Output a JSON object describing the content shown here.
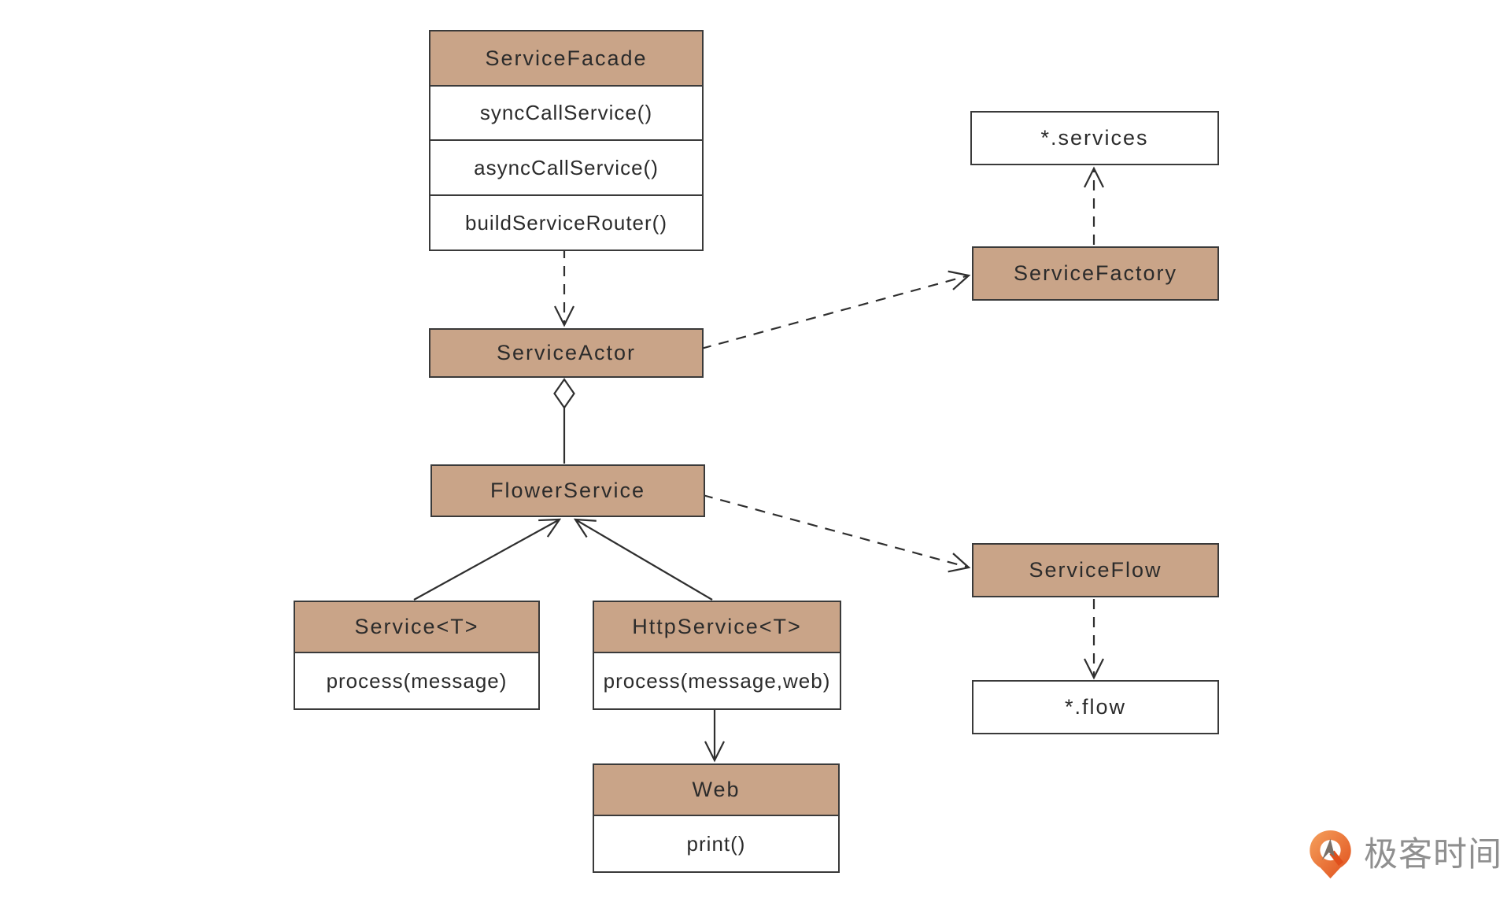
{
  "diagram": {
    "kind": "uml-class-diagram",
    "nodes": [
      {
        "name": "ServiceFacade",
        "type": "class",
        "methods": [
          "syncCallService()",
          "asyncCallService()",
          "buildServiceRouter()"
        ]
      },
      {
        "name": "ServiceActor",
        "type": "class",
        "methods": []
      },
      {
        "name": "FlowerService",
        "type": "class",
        "methods": []
      },
      {
        "name": "Service<T>",
        "type": "class",
        "methods": [
          "process(message)"
        ]
      },
      {
        "name": "HttpService<T>",
        "type": "class",
        "methods": [
          "process(message,web)"
        ]
      },
      {
        "name": "Web",
        "type": "class",
        "methods": [
          "print()"
        ]
      },
      {
        "name": "*.services",
        "type": "artifact",
        "methods": []
      },
      {
        "name": "ServiceFactory",
        "type": "class",
        "methods": []
      },
      {
        "name": "ServiceFlow",
        "type": "class",
        "methods": []
      },
      {
        "name": "*.flow",
        "type": "artifact",
        "methods": []
      }
    ],
    "relationships": [
      {
        "from": "ServiceFacade",
        "to": "ServiceActor",
        "type": "dependency",
        "line": "dashed",
        "arrow": "open-v"
      },
      {
        "from": "ServiceActor",
        "to": "ServiceFactory",
        "type": "dependency",
        "line": "dashed",
        "arrow": "open-v"
      },
      {
        "from": "ServiceFactory",
        "to": "*.services",
        "type": "dependency",
        "line": "dashed",
        "arrow": "open-v"
      },
      {
        "from": "ServiceActor",
        "to": "FlowerService",
        "type": "aggregation",
        "line": "solid",
        "arrow": "hollow-diamond-at-source"
      },
      {
        "from": "Service<T>",
        "to": "FlowerService",
        "type": "generalization",
        "line": "solid",
        "arrow": "open-v"
      },
      {
        "from": "HttpService<T>",
        "to": "FlowerService",
        "type": "generalization",
        "line": "solid",
        "arrow": "open-v"
      },
      {
        "from": "FlowerService",
        "to": "ServiceFlow",
        "type": "dependency",
        "line": "dashed",
        "arrow": "open-v"
      },
      {
        "from": "ServiceFlow",
        "to": "*.flow",
        "type": "dependency",
        "line": "dashed",
        "arrow": "open-v"
      },
      {
        "from": "HttpService<T>",
        "to": "Web",
        "type": "association",
        "line": "solid",
        "arrow": "open-v"
      }
    ]
  },
  "branding": {
    "logo_text": "极客时间",
    "logo_icon": "geektime-q-pin-icon"
  },
  "colors": {
    "header_fill": "#c9a488",
    "box_fill": "#ffffff",
    "box_border": "#3a3a3a",
    "line_color": "#2f2f2f",
    "diagram_text": "#2b2b2b",
    "logo_orange": "#e8662a",
    "logo_gray": "#8f8f8f",
    "bg": "#ffffff"
  }
}
